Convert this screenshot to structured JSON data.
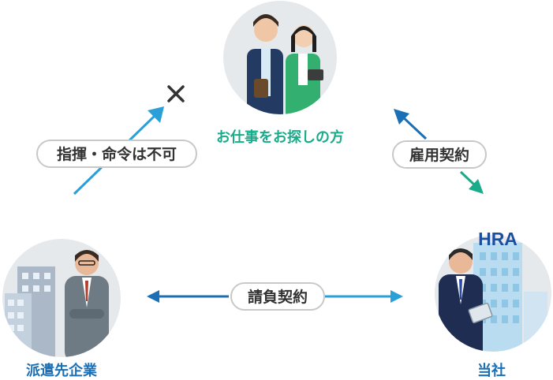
{
  "nodes": {
    "job_seeker": {
      "label": "お仕事をお探しの方"
    },
    "dispatch_company": {
      "label": "派遣先企業"
    },
    "our_company": {
      "label": "当社",
      "logo_text": "HRA"
    }
  },
  "relations": {
    "employment": {
      "label": "雇用契約"
    },
    "contract": {
      "label": "請負契約"
    },
    "no_command": {
      "label": "指揮・命令は不可",
      "mark": "×"
    }
  },
  "colors": {
    "teal": "#1aab8a",
    "blue": "#1a6fb5",
    "light_blue": "#2a9fd8",
    "pill_border": "#c8c8c8",
    "text": "#333333",
    "circle_bg": "#e6e9ec"
  },
  "icons": [
    "person-pair-icon",
    "business-man-icon",
    "employee-with-tablet-icon",
    "building-icon",
    "cross-icon"
  ]
}
